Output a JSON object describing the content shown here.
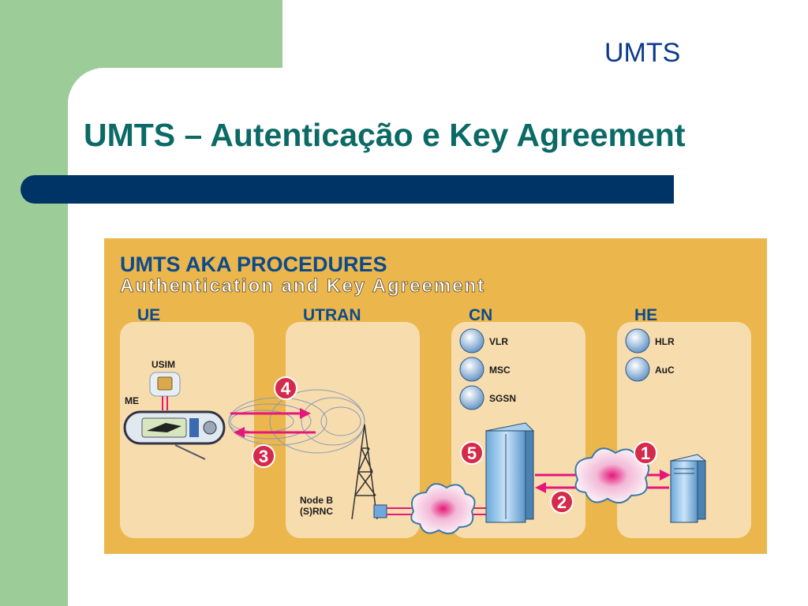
{
  "slide": {
    "section_label": "UMTS",
    "title": "UMTS – Autenticação e Key Agreement"
  },
  "figure": {
    "heading": "UMTS AKA PROCEDURES",
    "subheading": "Authentication and Key Agreement",
    "zones": [
      {
        "label": "UE"
      },
      {
        "label": "UTRAN"
      },
      {
        "label": "CN"
      },
      {
        "label": "HE"
      }
    ],
    "ue": {
      "usim_label": "USIM",
      "me_label": "ME"
    },
    "utran": {
      "nodeb_line1": "Node B",
      "nodeb_line2": "(S)RNC"
    },
    "cn": {
      "items": [
        {
          "label": "VLR"
        },
        {
          "label": "MSC"
        },
        {
          "label": "SGSN"
        }
      ]
    },
    "he": {
      "items": [
        {
          "label": "HLR"
        },
        {
          "label": "AuC"
        }
      ]
    },
    "steps": [
      {
        "number": "1"
      },
      {
        "number": "2"
      },
      {
        "number": "3"
      },
      {
        "number": "4"
      },
      {
        "number": "5"
      }
    ],
    "colors": {
      "background": "#ebb64c",
      "zone": "#f7dcae",
      "heading": "#0c4a8c",
      "arrow": "#e6177a",
      "badge": "#d62a4a"
    }
  }
}
